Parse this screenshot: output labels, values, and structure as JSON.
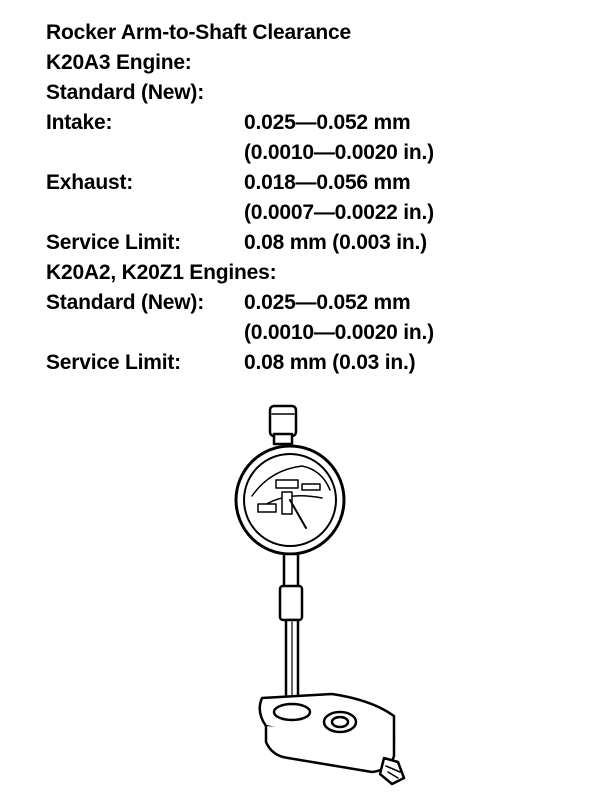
{
  "spec": {
    "title": "Rocker Arm-to-Shaft Clearance",
    "k20a3": {
      "heading": "K20A3 Engine:",
      "standard_label": "Standard (New):",
      "intake_label": "Intake:",
      "intake_mm": "0.025—0.052 mm",
      "intake_in": "(0.0010—0.0020 in.)",
      "exhaust_label": "Exhaust:",
      "exhaust_mm": "0.018—0.056 mm",
      "exhaust_in": "(0.0007—0.0022 in.)",
      "service_label": "Service Limit:",
      "service_value": "0.08 mm (0.003 in.)"
    },
    "k20a2": {
      "heading": "K20A2, K20Z1 Engines:",
      "standard_label": "Standard (New):",
      "standard_mm": "0.025—0.052 mm",
      "standard_in": "(0.0010—0.0020 in.)",
      "service_label": "Service Limit:",
      "service_value": "0.08 mm (0.03 in.)"
    }
  },
  "figure": {
    "description_icon": "dial-indicator-icon"
  }
}
